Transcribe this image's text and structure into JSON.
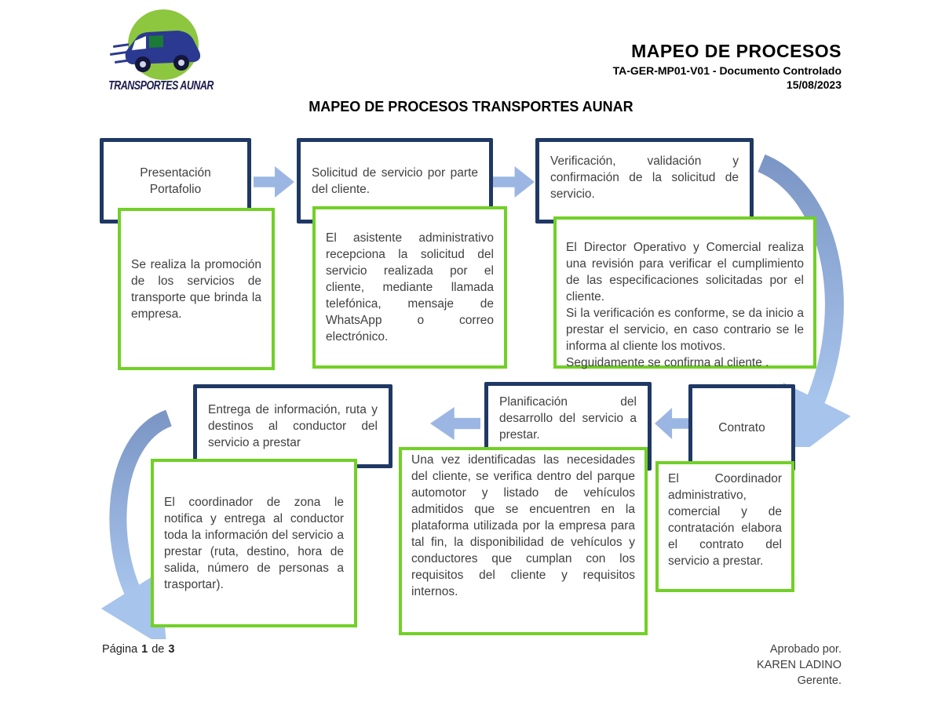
{
  "header": {
    "title": "MAPEO DE PROCESOS",
    "code": "TA-GER-MP01-V01 - Documento Controlado",
    "date": "15/08/2023",
    "logo": {
      "brand": "TRANSPORTES AUNAR"
    }
  },
  "document_title": "MAPEO DE PROCESOS TRANSPORTES AUNAR",
  "flow": {
    "steps": [
      {
        "label": "Presentación Portafolio",
        "detail": "Se realiza la promoción de los servicios de transporte que brinda la empresa."
      },
      {
        "label": "Solicitud de servicio por parte del cliente.",
        "detail": "El asistente administrativo recepciona la solicitud del servicio realizada por el cliente, mediante llamada telefónica, mensaje de WhatsApp o correo electrónico."
      },
      {
        "label": "Verificación, validación y confirmación de la solicitud de servicio.",
        "detail": "El Director Operativo y Comercial realiza una revisión para verificar el cumplimiento de las especificaciones solicitadas por el cliente.\nSi la verificación es conforme, se da inicio a prestar el servicio, en caso contrario se le informa al cliente los motivos.\nSeguidamente se confirma al cliente ."
      },
      {
        "label": "Contrato",
        "detail": "El Coordinador administrativo, comercial y de contratación elabora el contrato del servicio a prestar."
      },
      {
        "label": "Planificación del desarrollo del servicio a prestar.",
        "detail": "Una vez identificadas las necesidades del cliente, se verifica dentro del parque automotor y listado de vehículos admitidos que se encuentren en la plataforma utilizada por la empresa para tal fin, la disponibilidad de vehículos y conductores que cumplan con los requisitos del cliente y requisitos internos."
      },
      {
        "label": "Entrega de información, ruta y destinos al conductor del servicio a prestar",
        "detail": "El coordinador de zona le notifica y entrega al conductor toda la información del servicio a prestar (ruta, destino, hora de salida, número de personas a trasportar)."
      }
    ]
  },
  "footer": {
    "page_label": "Página",
    "page_current": "1",
    "page_sep": "de",
    "page_total": "3",
    "approved_label": "Aprobado por.",
    "approved_name": "KAREN LADINO",
    "approved_role": "Gerente."
  },
  "colors": {
    "box_border_navy": "#1F3864",
    "detail_border_green": "#72D026",
    "arrow_blue": "#9CB6E3",
    "logo_green": "#8DC63F",
    "logo_van_blue": "#2B3990"
  }
}
